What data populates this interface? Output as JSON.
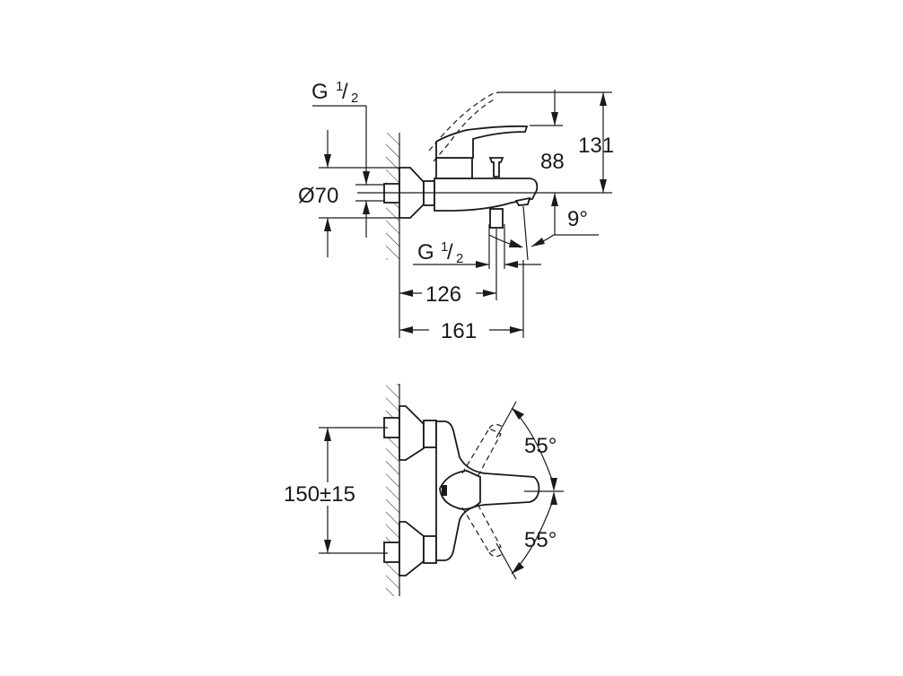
{
  "side_view": {
    "thread_top": {
      "main": "G",
      "sup": "1",
      "sub": "2"
    },
    "diameter": "Ø70",
    "thread_outlet": {
      "main": "G",
      "sup": "1",
      "sub": "2"
    },
    "dim_lever_height": "88",
    "dim_total_height": "131",
    "dim_spout_angle": "9°",
    "dim_outlet_distance": "126",
    "dim_spout_length": "161"
  },
  "front_view": {
    "dim_connection_spacing": "150±15",
    "angle_up": "55°",
    "angle_down": "55°"
  }
}
